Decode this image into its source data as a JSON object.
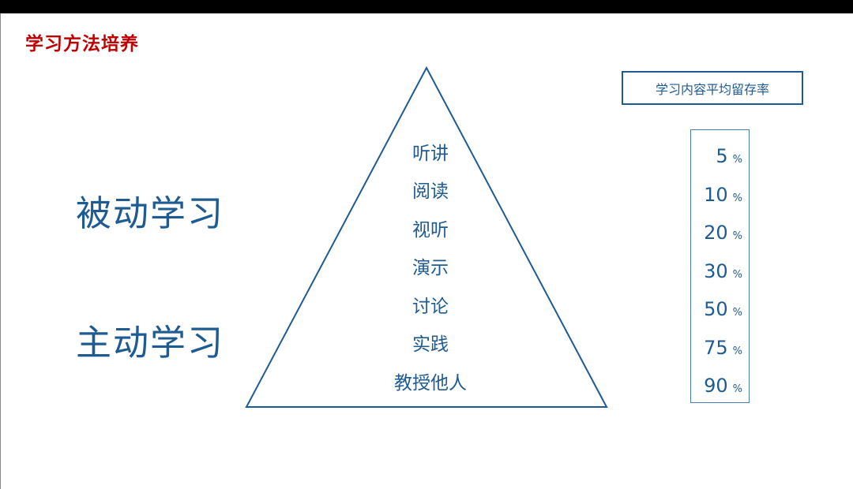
{
  "title": "学习方法培养",
  "passive_label": "被动学习",
  "active_label": "主动学习",
  "retention_header": "学习内容平均留存率",
  "unit": "%",
  "levels": [
    {
      "method": "听讲",
      "retention": "5"
    },
    {
      "method": "阅读",
      "retention": "10"
    },
    {
      "method": "视听",
      "retention": "20"
    },
    {
      "method": "演示",
      "retention": "30"
    },
    {
      "method": "讨论",
      "retention": "50"
    },
    {
      "method": "实践",
      "retention": "75"
    },
    {
      "method": "教授他人",
      "retention": "90"
    }
  ],
  "colors": {
    "title": "#c00000",
    "primary": "#1f5b93"
  }
}
